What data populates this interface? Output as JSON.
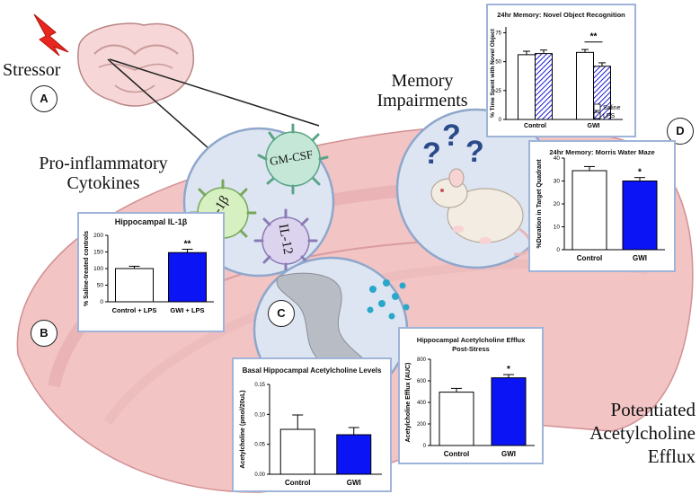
{
  "labels": {
    "stressor": "Stressor",
    "proinflammatory": "Pro-inflammatory Cytokines",
    "memory": "Memory Impairments",
    "potentiated": "Potentiated Acetylcholine Efflux"
  },
  "panel_letters": {
    "a": "A",
    "b": "B",
    "c": "C",
    "d": "D"
  },
  "cytokines": {
    "il1b": "IL-1β",
    "gmcsf": "GM-CSF",
    "il12": "IL-12"
  },
  "colors": {
    "gwi": "#0a14f5",
    "saline": "#ffffff",
    "border": "#9fb4d8",
    "brain": "#f2c4c4"
  },
  "chart_data": [
    {
      "id": "il1b",
      "type": "bar",
      "title": "Hippocampal IL-1β",
      "ylabel": "% Saline-treated controls",
      "categories": [
        "Control + LPS",
        "GWI + LPS"
      ],
      "values": [
        100,
        148
      ],
      "errors": [
        7,
        10
      ],
      "ylim": [
        0,
        200
      ],
      "yticks": [
        "0",
        "50",
        "100",
        "150",
        "200"
      ],
      "annotations": [
        "",
        "**"
      ]
    },
    {
      "id": "nor",
      "type": "bar",
      "title": "24hr Memory: Novel Object Recognition",
      "ylabel": "% Time Spent with Novel Object",
      "categories": [
        "Control",
        "GWI"
      ],
      "series": [
        {
          "name": "Saline",
          "values": [
            56,
            58
          ],
          "errors": [
            3,
            2.5
          ]
        },
        {
          "name": "LPS",
          "values": [
            57,
            46
          ],
          "errors": [
            3,
            3
          ]
        }
      ],
      "ylim": [
        0,
        80
      ],
      "yticks": [
        "0",
        "25",
        "50",
        "75"
      ],
      "annotation": "**"
    },
    {
      "id": "mwm",
      "type": "bar",
      "title": "24hr Memory: Morris Water Maze",
      "ylabel": "%Duration in Target Quadrant",
      "categories": [
        "Control",
        "GWI"
      ],
      "values": [
        34.5,
        30
      ],
      "errors": [
        1.8,
        1.5
      ],
      "ylim": [
        0,
        40
      ],
      "yticks": [
        "0",
        "10",
        "20",
        "30",
        "40"
      ],
      "annotations": [
        "",
        "*"
      ]
    },
    {
      "id": "basal",
      "type": "bar",
      "title": "Basal Hippocampal Acetylcholine Levels",
      "ylabel": "Acetylcholine (pmol/20uL)",
      "categories": [
        "Control",
        "GWI"
      ],
      "values": [
        0.075,
        0.066
      ],
      "errors": [
        0.024,
        0.012
      ],
      "ylim": [
        0,
        0.15
      ],
      "yticks": [
        "0.00",
        "0.05",
        "0.10",
        "0.15"
      ],
      "annotations": [
        "",
        ""
      ]
    },
    {
      "id": "efflux",
      "type": "bar",
      "title": "Hippocampal Acetylcholine Efflux Post-Stress",
      "ylabel": "Acetylcholine Efflux (AUC)",
      "categories": [
        "Control",
        "GWI"
      ],
      "values": [
        495,
        628
      ],
      "errors": [
        35,
        30
      ],
      "ylim": [
        0,
        800
      ],
      "yticks": [
        "0",
        "200",
        "400",
        "600",
        "800"
      ],
      "annotations": [
        "",
        "*"
      ]
    }
  ]
}
